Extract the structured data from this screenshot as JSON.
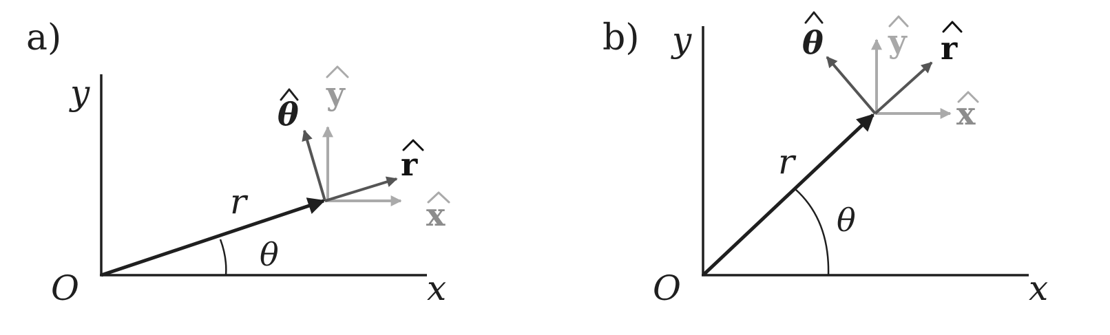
{
  "panels": {
    "a": {
      "label": "a)",
      "origin_label": "O",
      "x_axis_label": "x",
      "y_axis_label": "y",
      "r_label": "r",
      "theta_label": "θ",
      "r_hat_label": "r",
      "theta_hat_label": "θ",
      "x_hat_label": "x",
      "y_hat_label": "y"
    },
    "b": {
      "label": "b)",
      "origin_label": "O",
      "x_axis_label": "x",
      "y_axis_label": "y",
      "r_label": "r",
      "theta_label": "θ",
      "r_hat_label": "r",
      "theta_hat_label": "θ",
      "x_hat_label": "x",
      "y_hat_label": "y"
    }
  },
  "colors": {
    "axis": "#1f1f1f",
    "position_vector": "#1f1f1f",
    "polar_unit_vectors": "#555555",
    "cartesian_unit_vectors": "#aaaaaa",
    "r_hat_text": "#111111",
    "cartesian_hat_text": "#8c8c8c",
    "y_hat_text_b": "#a8a8a8"
  }
}
